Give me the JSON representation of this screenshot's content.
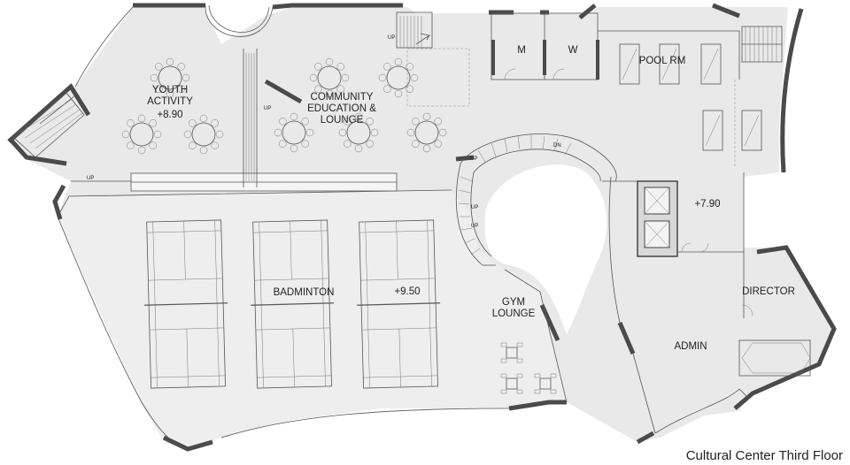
{
  "rooms": {
    "youth_activity": [
      "YOUTH",
      "ACTIVITY"
    ],
    "youth_level": "+8.90",
    "community": [
      "COMMUNITY",
      "EDUCATION &",
      "LOUNGE"
    ],
    "men": "M",
    "women": "W",
    "pool": "POOL RM",
    "badminton": "BADMINTON",
    "badminton_level": "+9.50",
    "gym_lounge": [
      "GYM",
      "LOUNGE"
    ],
    "lobby_level": "+7.90",
    "director": "DIRECTOR",
    "admin": "ADMIN"
  },
  "stairs": {
    "up": "UP",
    "down": "DN"
  },
  "caption": "Cultural Center Third Floor"
}
